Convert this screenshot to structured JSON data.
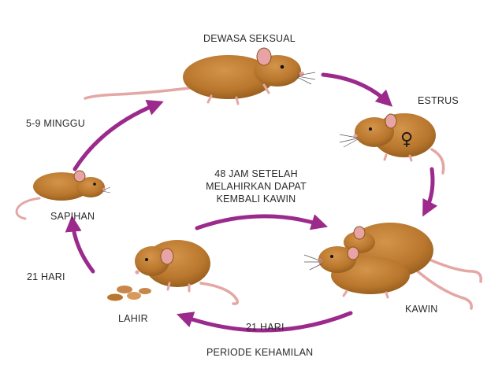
{
  "diagram": {
    "stages": {
      "adult": "DEWASA SEKSUAL",
      "estrus": "ESTRUS",
      "mating": "KAWIN",
      "birth": "LAHIR",
      "weaning": "SAPIHAN"
    },
    "transitions": {
      "weaning_to_adult": "5-9 MINGGU",
      "birth_to_weaning": "21 HARI",
      "gestation_days": "21 HARI",
      "gestation_label": "PERIODE KEHAMILAN",
      "postpartum_line1": "48 JAM SETELAH",
      "postpartum_line2": "MELAHIRKAN DAPAT",
      "postpartum_line3": "KEMBALI KAWIN"
    },
    "symbols": {
      "female": "♀"
    },
    "colors": {
      "arrow": "#9b2a8c",
      "fur": "#b9772e",
      "fur_dark": "#8a5418",
      "ear": "#e8a3a6",
      "tail": "#e4a7a5"
    }
  }
}
